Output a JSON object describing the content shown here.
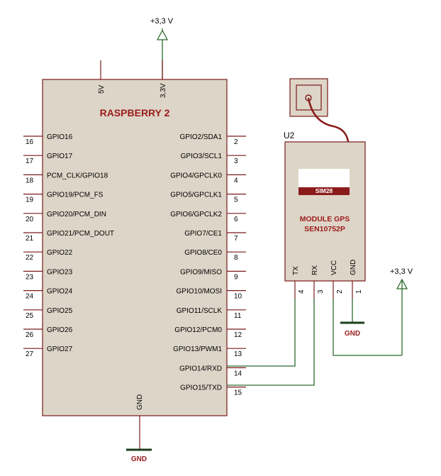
{
  "power": {
    "top_label": "+3,3 V",
    "right_label": "+3,3 V",
    "gnd_label": "GND",
    "gps_gnd_label": "GND"
  },
  "raspberry": {
    "title": "RASPBERRY 2",
    "top_pins": [
      "5V",
      "3,3V"
    ],
    "bottom_pin": "GND",
    "left_pins": [
      {
        "name": "GPIO16",
        "num": "16"
      },
      {
        "name": "GPIO17",
        "num": "17"
      },
      {
        "name": "PCM_CLK/GPIO18",
        "num": "18"
      },
      {
        "name": "GPIO19/PCM_FS",
        "num": "19"
      },
      {
        "name": "GPIO20/PCM_DIN",
        "num": "20"
      },
      {
        "name": "GPIO21/PCM_DOUT",
        "num": "21"
      },
      {
        "name": "GPIO22",
        "num": "22"
      },
      {
        "name": "GPIO23",
        "num": "23"
      },
      {
        "name": "GPIO24",
        "num": "24"
      },
      {
        "name": "GPIO25",
        "num": "25"
      },
      {
        "name": "GPIO26",
        "num": "26"
      },
      {
        "name": "GPIO27",
        "num": "27"
      }
    ],
    "right_pins": [
      {
        "name": "GPIO2/SDA1",
        "num": "2"
      },
      {
        "name": "GPIO3/SCL1",
        "num": "3"
      },
      {
        "name": "GPIO4/GPCLK0",
        "num": "4"
      },
      {
        "name": "GPIO5/GPCLK1",
        "num": "5"
      },
      {
        "name": "GPIO6/GPCLK2",
        "num": "6"
      },
      {
        "name": "GPIO7/CE1",
        "num": "7"
      },
      {
        "name": "GPIO8/CE0",
        "num": "8"
      },
      {
        "name": "GPIO9/MISO",
        "num": "9"
      },
      {
        "name": "GPIO10/MOSI",
        "num": "10"
      },
      {
        "name": "GPIO11/SCLK",
        "num": "11"
      },
      {
        "name": "GPIO12/PCM0",
        "num": "12"
      },
      {
        "name": "GPIO13/PWM1",
        "num": "13"
      },
      {
        "name": "GPIO14/RXD",
        "num": "14"
      },
      {
        "name": "GPIO15/TXD",
        "num": "15"
      }
    ]
  },
  "gps": {
    "ref": "U2",
    "chip": "SIM28",
    "title_line1": "MODULE GPS",
    "title_line2": "SEN10752P",
    "pins": [
      {
        "name": "TX",
        "num": "4"
      },
      {
        "name": "RX",
        "num": "3"
      },
      {
        "name": "VCC",
        "num": "2"
      },
      {
        "name": "GND",
        "num": "1"
      }
    ]
  }
}
